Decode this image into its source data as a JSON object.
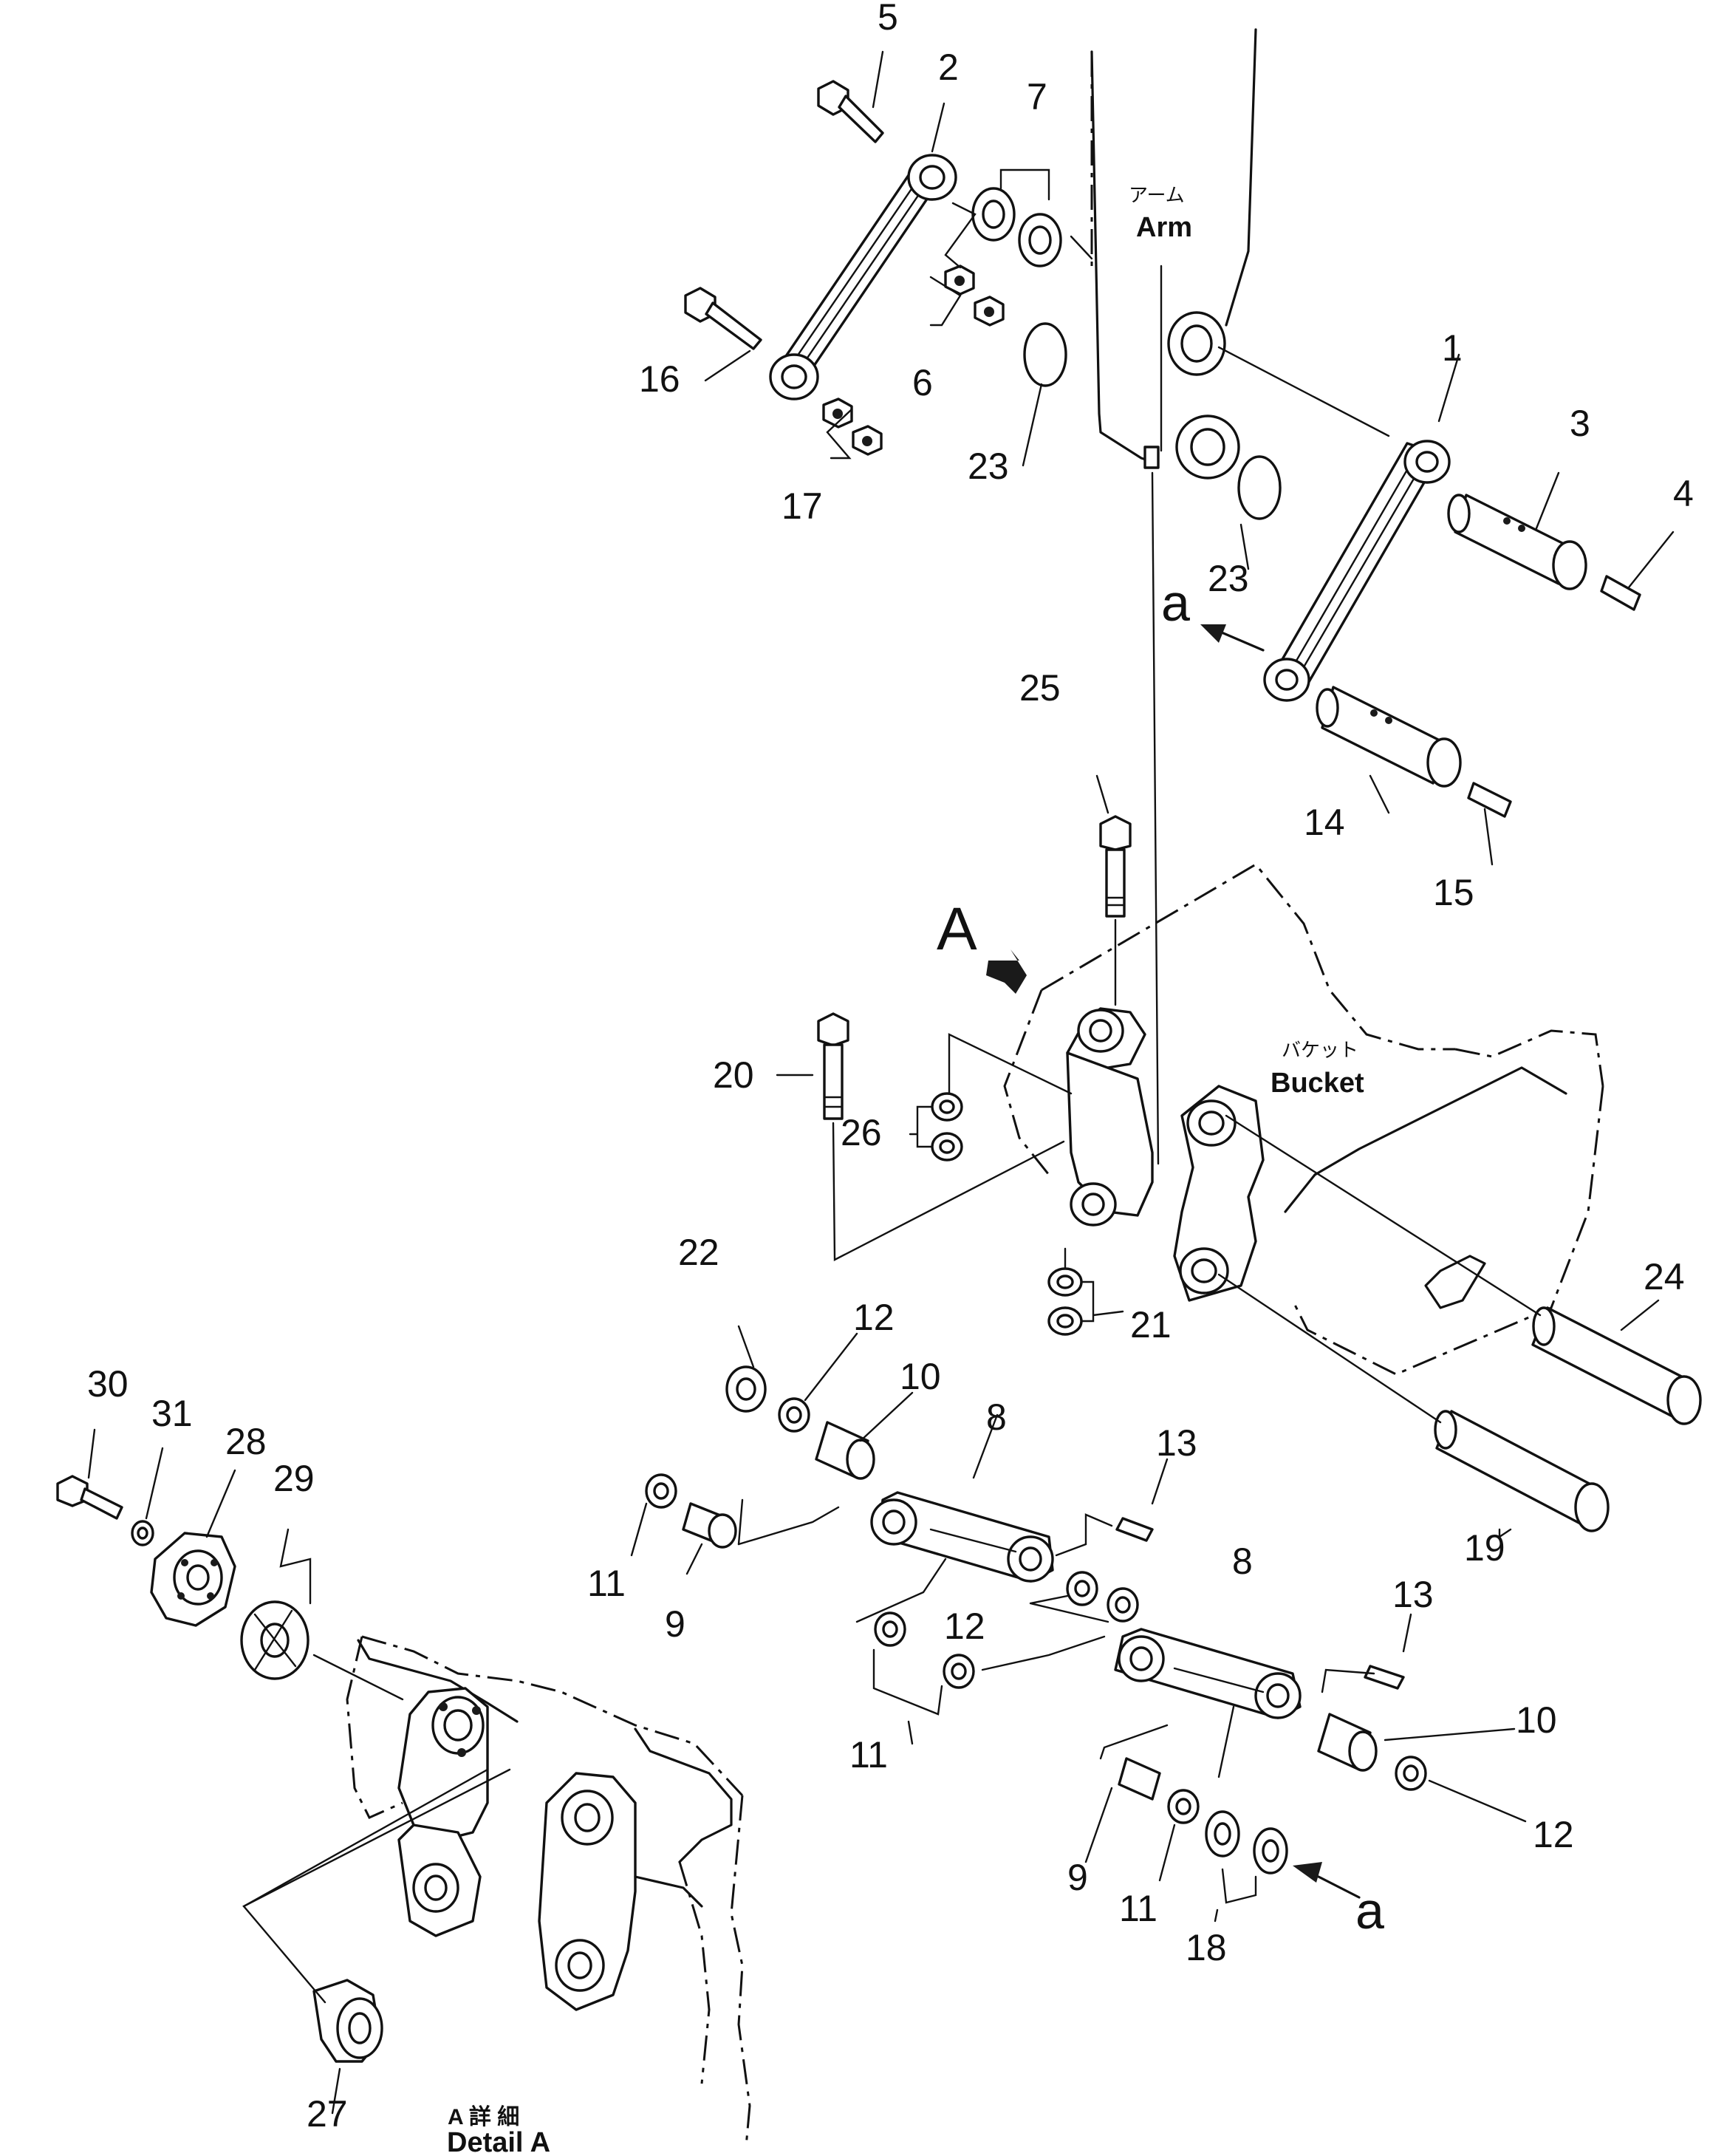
{
  "labels": {
    "arm_jp": "アーム",
    "arm_en": "Arm",
    "bucket_jp": "バケット",
    "bucket_en": "Bucket",
    "detail_jp": "A 詳 細",
    "detail_en": "Detail A",
    "view_a": "A",
    "ref_a_top": "a",
    "ref_a_bottom": "a"
  },
  "callouts": {
    "c1": "1",
    "c2": "2",
    "c3": "3",
    "c4": "4",
    "c5": "5",
    "c6": "6",
    "c7": "7",
    "c8a": "8",
    "c8b": "8",
    "c9a": "9",
    "c9b": "9",
    "c10a": "10",
    "c10b": "10",
    "c11a": "11",
    "c11b": "11",
    "c11c": "11",
    "c12a": "12",
    "c12b": "12",
    "c12c": "12",
    "c13a": "13",
    "c13b": "13",
    "c14": "14",
    "c15": "15",
    "c16": "16",
    "c17": "17",
    "c18": "18",
    "c19": "19",
    "c20": "20",
    "c21": "21",
    "c22": "22",
    "c23a": "23",
    "c23b": "23",
    "c24": "24",
    "c25": "25",
    "c26": "26",
    "c27": "27",
    "c28": "28",
    "c29": "29",
    "c30": "30",
    "c31": "31"
  }
}
